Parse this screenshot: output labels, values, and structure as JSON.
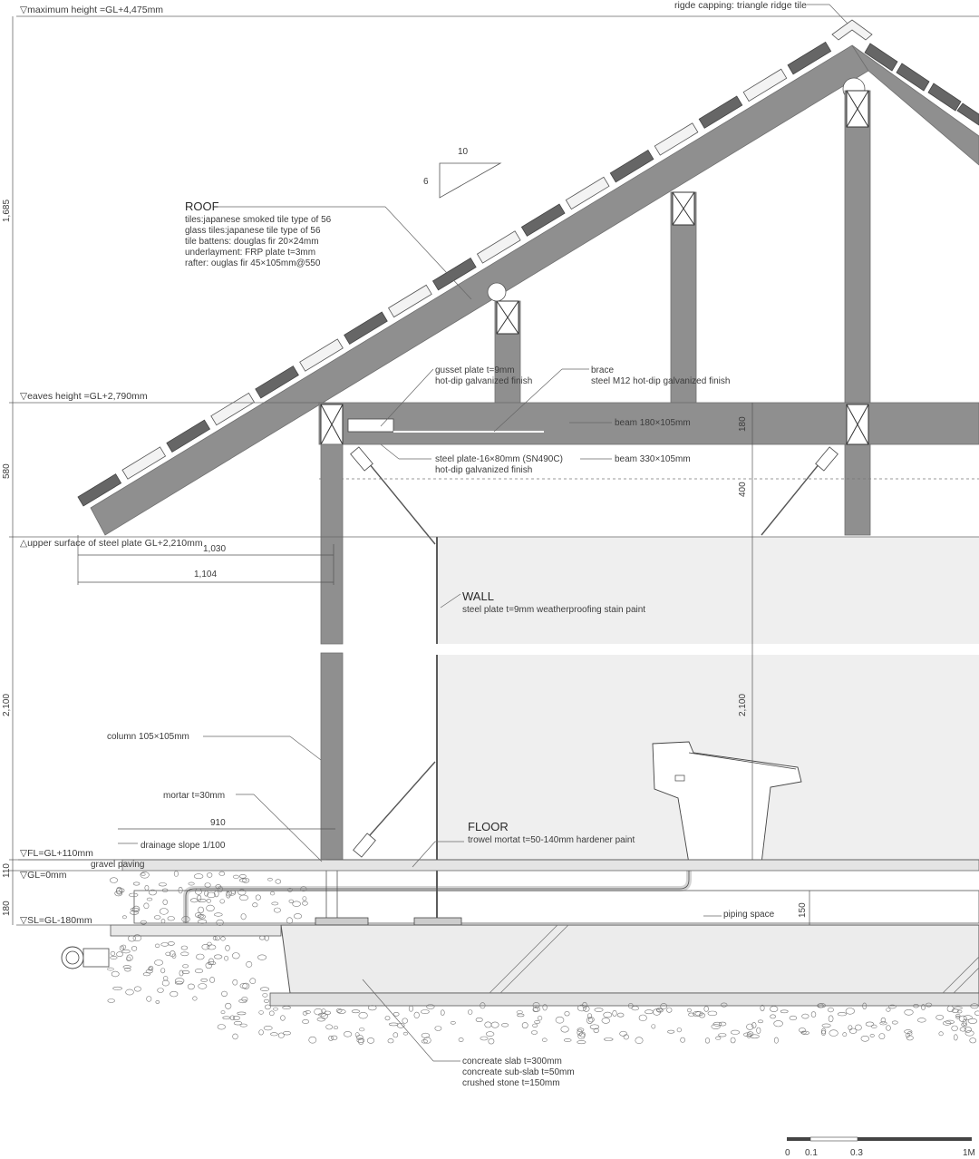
{
  "levels": {
    "max_height": "▽maximum height =GL+4,475mm",
    "eaves_height": "▽eaves height =GL+2,790mm",
    "steel_plate": "△upper surface of steel plate GL+2,210mm",
    "fl": "▽FL=GL+110mm",
    "gl": "▽GL=0mm",
    "sl": "▽SL=GL-180mm"
  },
  "ridge_label": "rigde capping: triangle ridge tile",
  "slope": {
    "rise": "6",
    "run": "10"
  },
  "roof": {
    "title": "ROOF",
    "lines": [
      "tiles:japanese smoked tile type of 56",
      "glass tiles:japanese tile type of 56",
      "tile battens: douglas fir 20×24mm",
      "underlayment: FRP plate t=3mm",
      "rafter: ouglas fir 45×105mm@550"
    ]
  },
  "gusset": [
    "gusset plate t=9mm",
    "hot-dip galvanized finish"
  ],
  "brace": [
    "brace",
    "steel M12 hot-dip galvanized finish"
  ],
  "beam_upper": "beam 180×105mm",
  "steel_plate_note": [
    "steel plate-16×80mm (SN490C)",
    "hot-dip galvanized finish"
  ],
  "beam_lower": "beam 330×105mm",
  "wall": {
    "title": "WALL",
    "desc": "steel plate  t=9mm weatherproofing stain paint"
  },
  "column": "column 105×105mm",
  "mortar": "mortar t=30mm",
  "drainage": "drainage slope 1/100",
  "gravel": "gravel paving",
  "floor": {
    "title": "FLOOR",
    "desc": "trowel mortat t=50-140mm hardener paint"
  },
  "piping": "piping space",
  "slab": [
    "concreate slab t=300mm",
    "concreate sub-slab t=50mm",
    "crushed stone t=150mm"
  ],
  "dims": {
    "left_1685": "1,685",
    "left_580": "580",
    "left_2100": "2,100",
    "left_110": "110",
    "left_180": "180",
    "d1030": "1,030",
    "d1104": "1,104",
    "d910": "910",
    "d180": "180",
    "d400": "400",
    "d2100": "2,100",
    "d150": "150"
  },
  "scale": [
    "0",
    "0.1",
    "0.3",
    "1M"
  ]
}
